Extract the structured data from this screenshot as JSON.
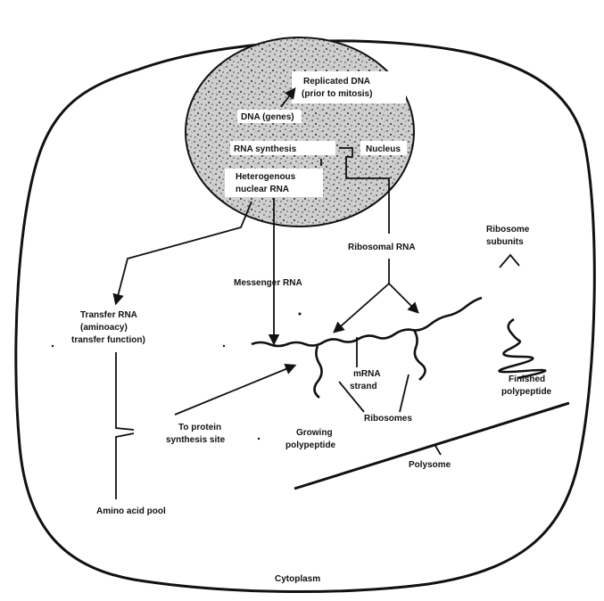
{
  "labels": {
    "replicated_dna": "Replicated DNA",
    "prior_to_mitosis": "(prior to mitosis)",
    "dna_genes": "DNA (genes)",
    "rna_synthesis": "RNA synthesis",
    "nucleus": "Nucleus",
    "heterogenous_1": "Heterogenous",
    "heterogenous_2": "nuclear RNA",
    "ribosome_subunits_1": "Ribosome",
    "ribosome_subunits_2": "subunits",
    "ribosomal_rna": "Ribosomal RNA",
    "messenger_rna": "Messenger RNA",
    "transfer_rna_1": "Transfer RNA",
    "transfer_rna_2": "(aminoacy)",
    "transfer_rna_3": "transfer function)",
    "mrna_strand_1": "mRNA",
    "mrna_strand_2": "strand",
    "finished_1": "Finished",
    "finished_2": "polypeptide",
    "to_protein_1": "To protein",
    "to_protein_2": "synthesis site",
    "growing_1": "Growing",
    "growing_2": "polypeptide",
    "ribosomes": "Ribosomes",
    "polysome": "Polysome",
    "amino_acid_pool": "Amino acid pool",
    "cytoplasm": "Cytoplasm"
  }
}
